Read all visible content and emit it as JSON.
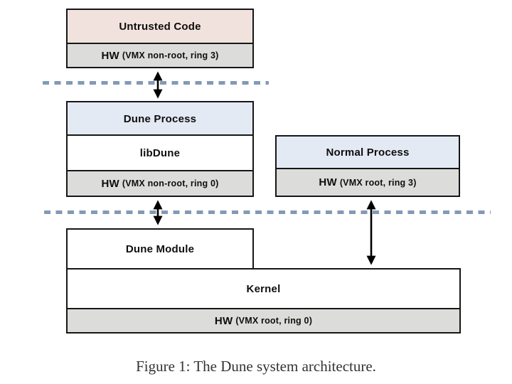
{
  "figure": {
    "caption": "Figure 1: The Dune system architecture."
  },
  "colors": {
    "pink": "#f2e2dd",
    "blue": "#e4eaf4",
    "gray": "#dcdcdb",
    "white": "#ffffff",
    "border": "#161616",
    "dash": "#8399b5",
    "arrow": "#000000",
    "caption": "#333333"
  },
  "boxes": {
    "untrusted_code": {
      "label": "Untrusted Code"
    },
    "hw_top": {
      "prefix": "HW",
      "detail": "(VMX non-root, ring 3)"
    },
    "dune_process": {
      "label": "Dune Process"
    },
    "libdune": {
      "label": "libDune"
    },
    "hw_dune": {
      "prefix": "HW",
      "detail": "(VMX non-root, ring 0)"
    },
    "normal_process": {
      "label": "Normal Process"
    },
    "hw_normal": {
      "prefix": "HW",
      "detail": "(VMX root, ring 3)"
    },
    "dune_module": {
      "label": "Dune Module"
    },
    "kernel": {
      "label": "Kernel"
    },
    "hw_kernel": {
      "prefix": "HW",
      "detail": "(VMX root, ring 0)"
    }
  }
}
